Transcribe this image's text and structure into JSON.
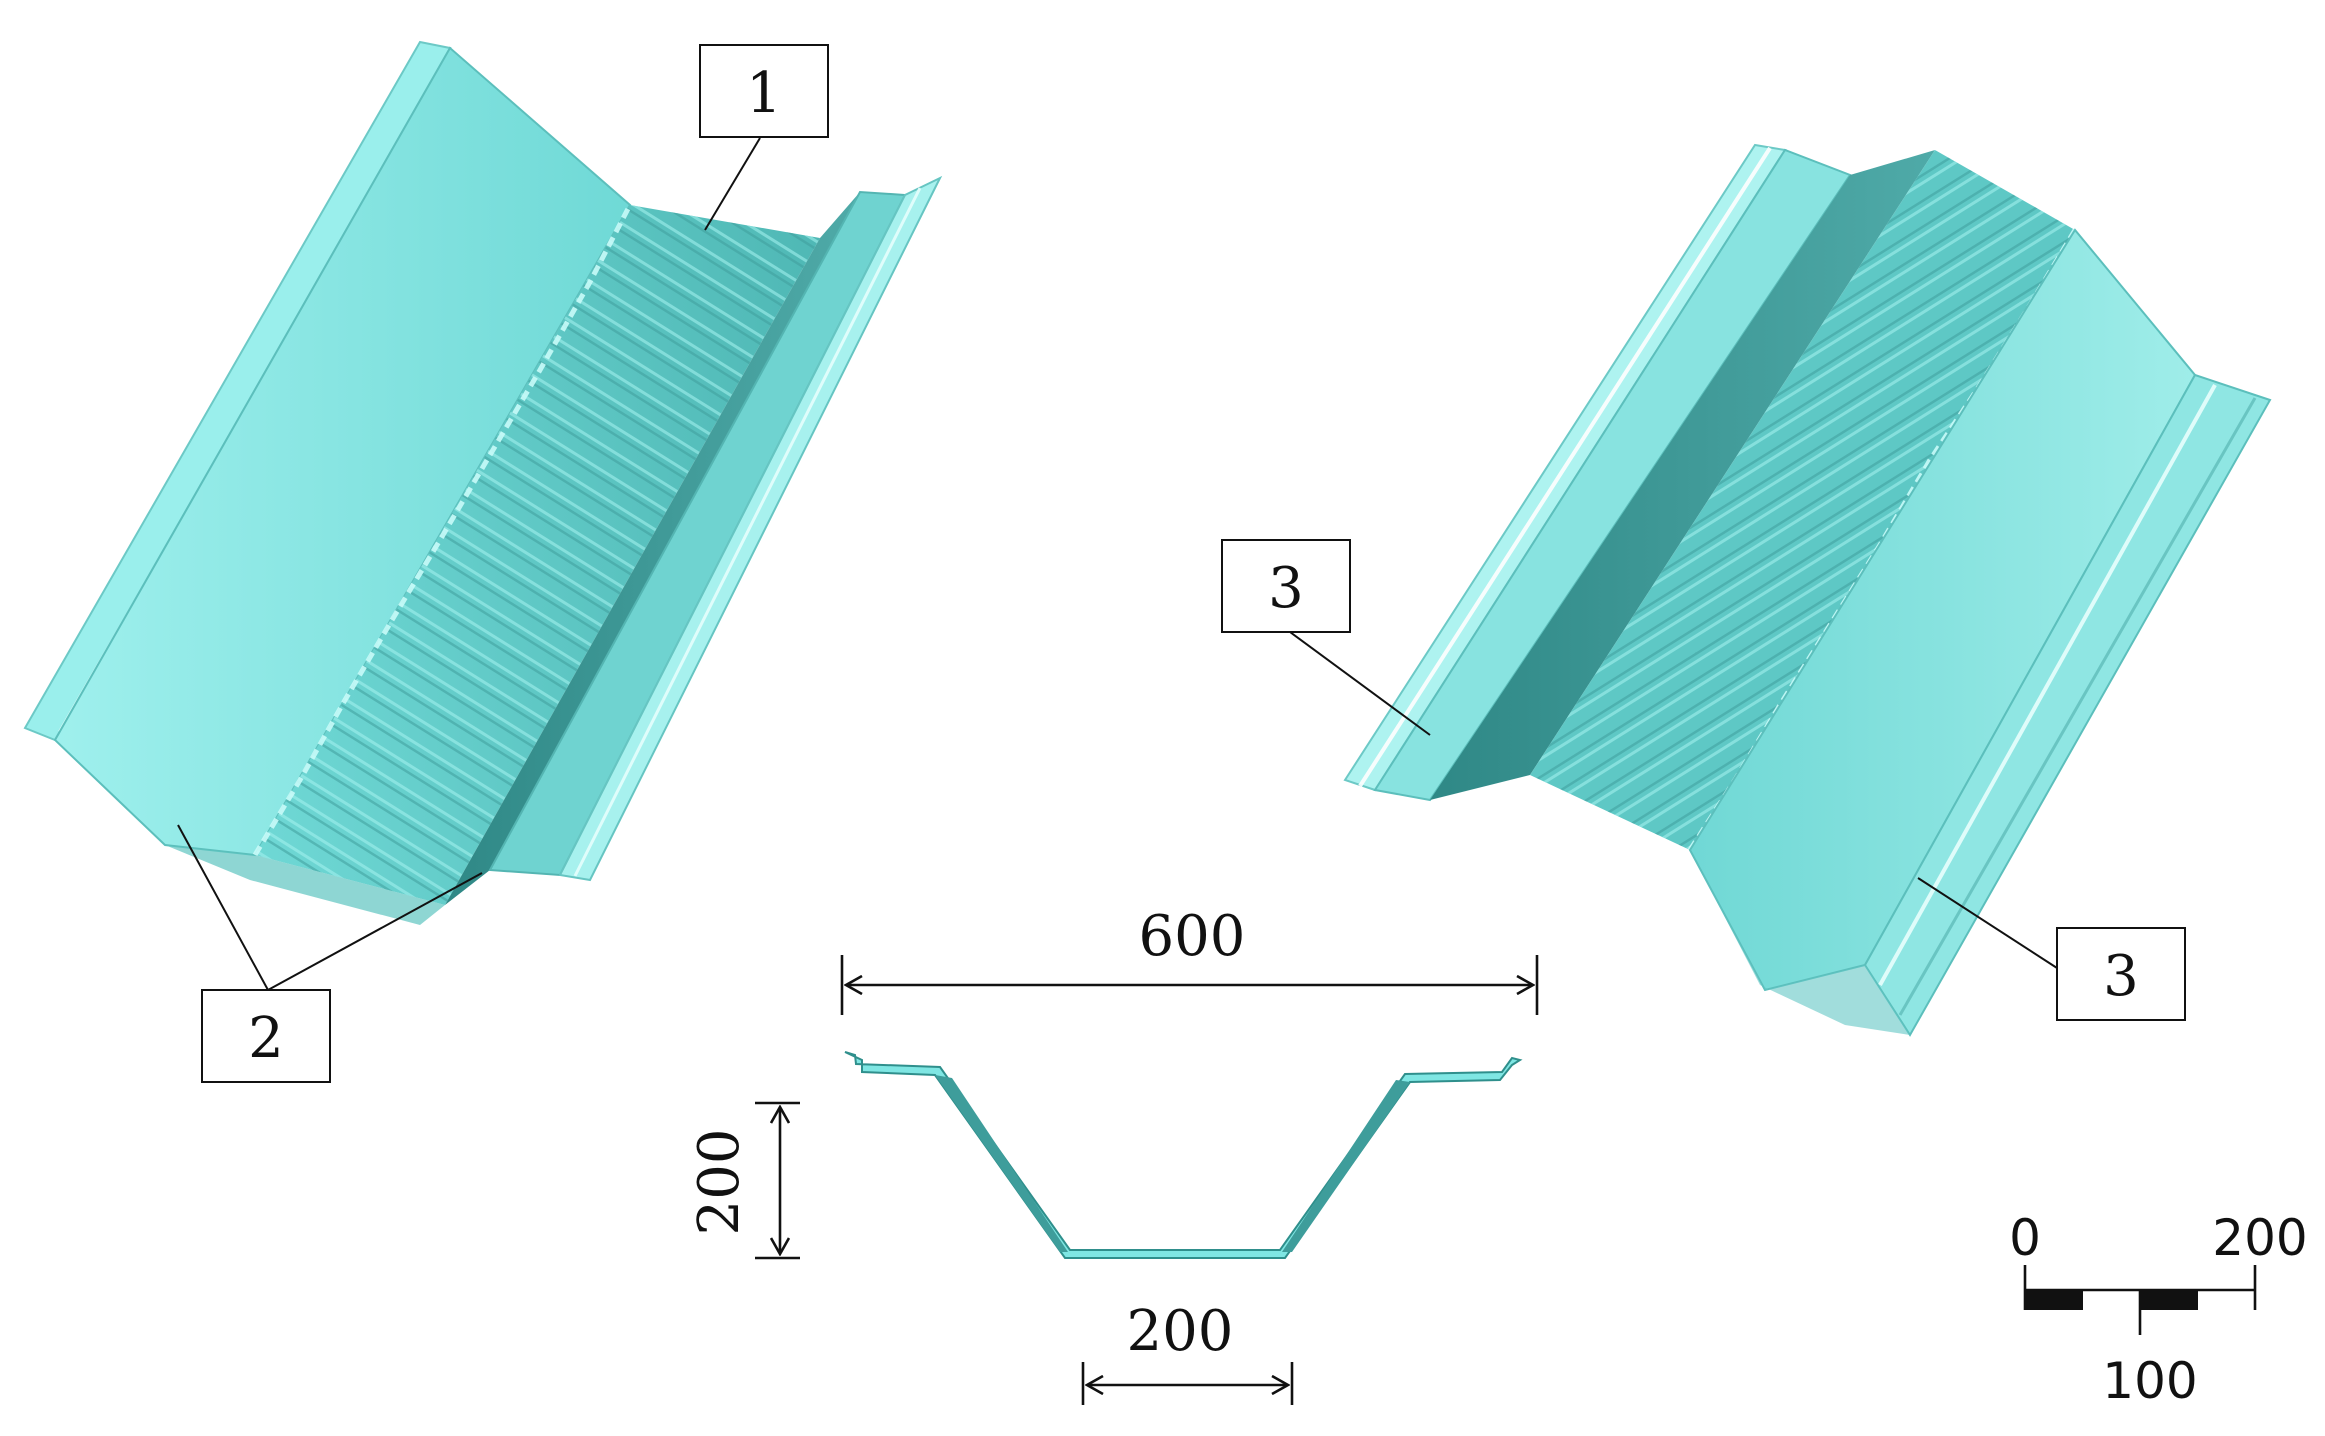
{
  "labels": {
    "callout_1": "1",
    "callout_2": "2",
    "callout_3a": "3",
    "callout_3b": "3"
  },
  "dimensions": {
    "overall_width": "600",
    "depth": "200",
    "bottom_width": "200"
  },
  "scale_bar": {
    "start": "0",
    "mid": "100",
    "end": "200"
  },
  "colors": {
    "surface": "#7fe6e3",
    "surface_light": "#b8f5f2",
    "surface_shade": "#4fb9b6",
    "surface_dark": "#2e8c8a",
    "line": "#111111"
  }
}
